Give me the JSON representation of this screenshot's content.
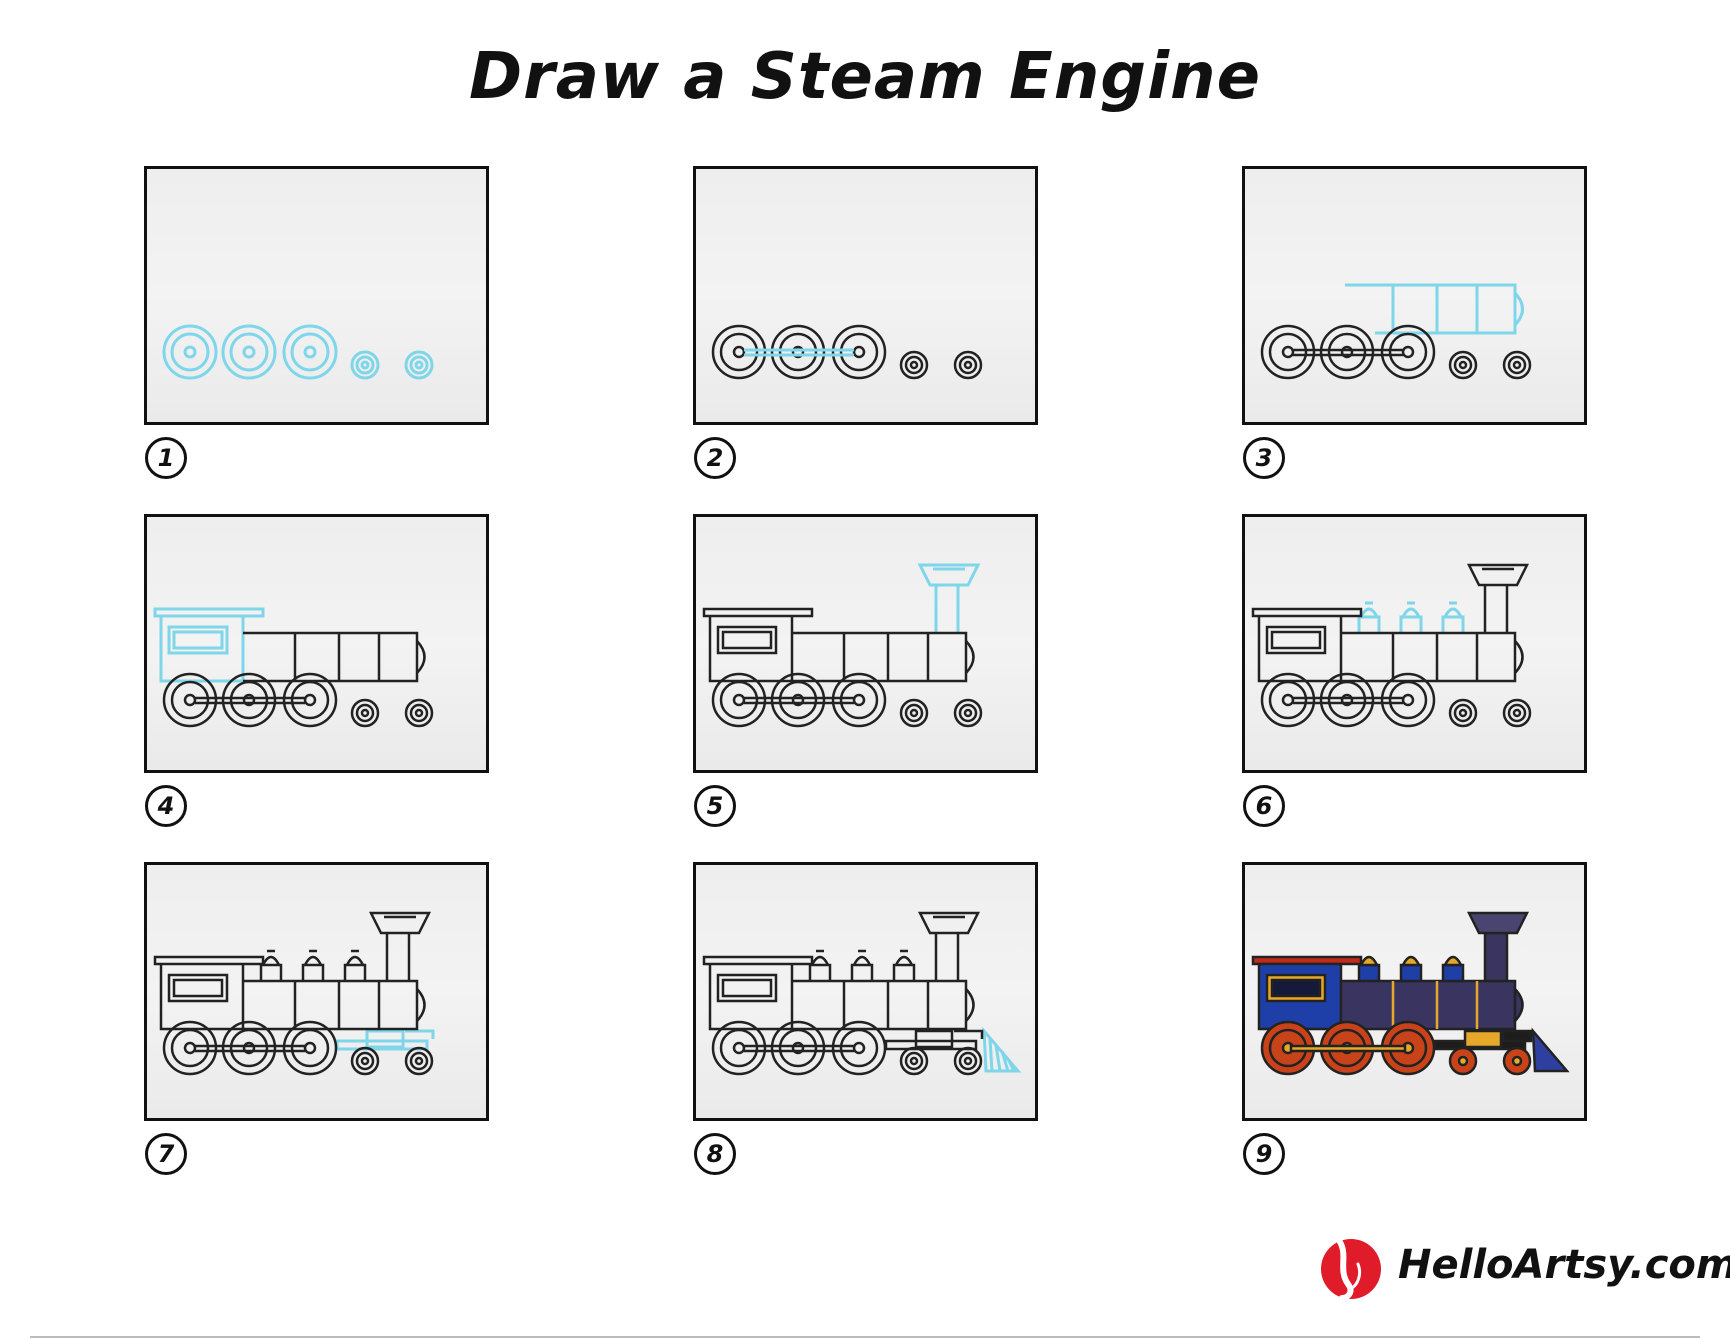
{
  "title": "Draw a Steam Engine",
  "steps": [
    {
      "number": "1"
    },
    {
      "number": "2"
    },
    {
      "number": "3"
    },
    {
      "number": "4"
    },
    {
      "number": "5"
    },
    {
      "number": "6"
    },
    {
      "number": "7"
    },
    {
      "number": "8"
    },
    {
      "number": "9"
    }
  ],
  "brand": {
    "text": "HelloArtsy.com",
    "logo_icon": "helloartsy-logo-icon",
    "logo_color": "#e01b2a"
  },
  "colors": {
    "guide_line": "#7fd6ea",
    "ink": "#222222",
    "cab_blue": "#1f3fa8",
    "boiler_purple": "#3a3560",
    "wheel_orange": "#c9431a",
    "dome_gold": "#e6a82a",
    "roof_red": "#c42a1c",
    "cowcatcher_blue": "#2e3fa0"
  }
}
